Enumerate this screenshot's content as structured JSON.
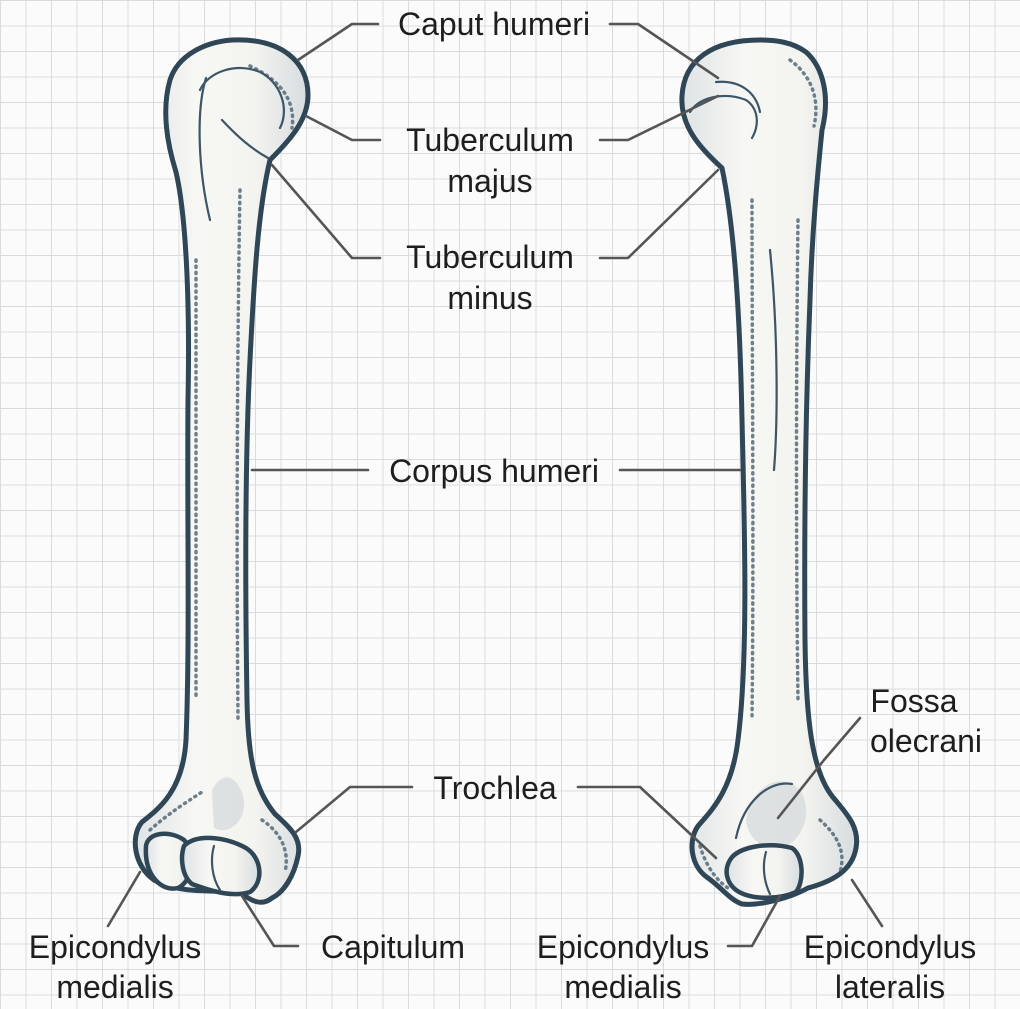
{
  "labels": {
    "caput_humeri": "Caput humeri",
    "tuberculum_majus_1": "Tuberculum",
    "tuberculum_majus_2": "majus",
    "tuberculum_minus_1": "Tuberculum",
    "tuberculum_minus_2": "minus",
    "corpus_humeri": "Corpus humeri",
    "trochlea": "Trochlea",
    "fossa_olecrani_1": "Fossa",
    "fossa_olecrani_2": "olecrani",
    "epicondylus_medialis_left_1": "Epicondylus",
    "epicondylus_medialis_left_2": "medialis",
    "capitulum": "Capitulum",
    "epicondylus_medialis_right_1": "Epicondylus",
    "epicondylus_medialis_right_2": "medialis",
    "epicondylus_lateralis_1": "Epicondylus",
    "epicondylus_lateralis_2": "lateralis"
  },
  "colors": {
    "bone_fill": "#f4f4f1",
    "bone_outline": "#2f4656",
    "leader_line": "#555555",
    "grid_line": "#d9dcdf",
    "background": "#fbfbfb"
  }
}
